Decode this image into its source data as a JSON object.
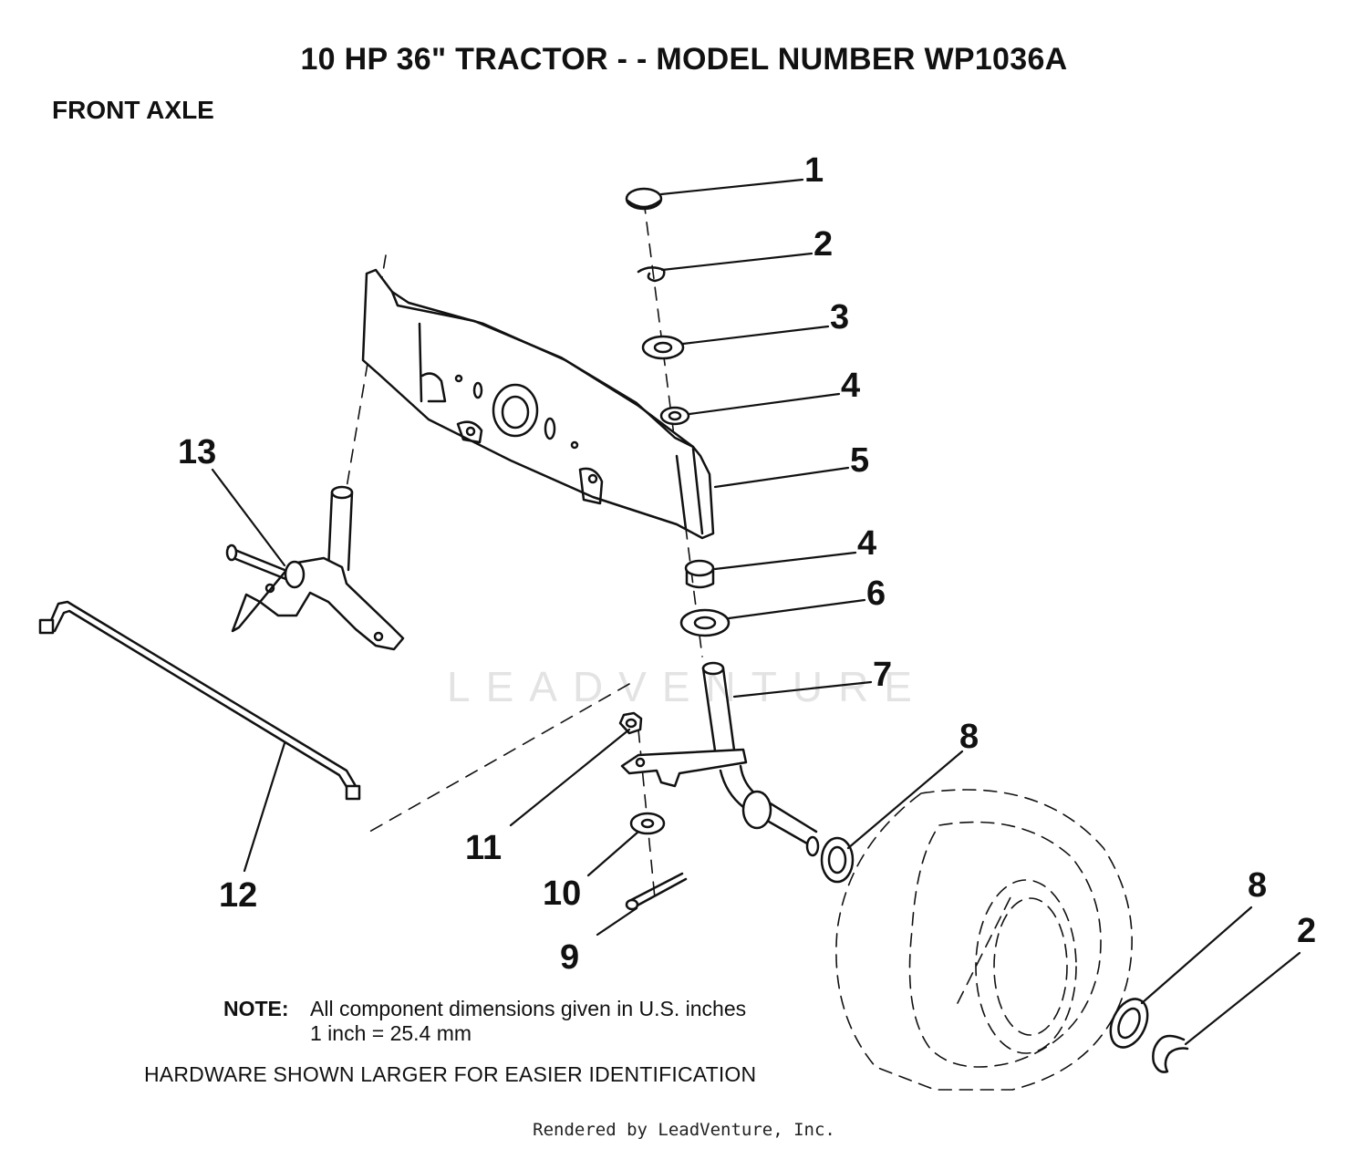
{
  "header": {
    "title": "10 HP 36\" TRACTOR - - MODEL NUMBER WP1036A",
    "section": "FRONT AXLE"
  },
  "callouts": [
    {
      "id": "c1",
      "label": "1"
    },
    {
      "id": "c2",
      "label": "2"
    },
    {
      "id": "c3",
      "label": "3"
    },
    {
      "id": "c4a",
      "label": "4"
    },
    {
      "id": "c5",
      "label": "5"
    },
    {
      "id": "c4b",
      "label": "4"
    },
    {
      "id": "c6",
      "label": "6"
    },
    {
      "id": "c7",
      "label": "7"
    },
    {
      "id": "c8a",
      "label": "8"
    },
    {
      "id": "c13",
      "label": "13"
    },
    {
      "id": "c11",
      "label": "11"
    },
    {
      "id": "c12",
      "label": "12"
    },
    {
      "id": "c10",
      "label": "10"
    },
    {
      "id": "c9",
      "label": "9"
    },
    {
      "id": "c8b",
      "label": "8"
    },
    {
      "id": "c2b",
      "label": "2"
    }
  ],
  "note": {
    "label": "NOTE:",
    "line1": "All component dimensions given in U.S. inches",
    "line2": "1 inch = 25.4 mm"
  },
  "hardware_note": "HARDWARE SHOWN LARGER FOR EASIER IDENTIFICATION",
  "watermark": "LEADVENTURE",
  "footer": "Rendered by LeadVenture, Inc."
}
